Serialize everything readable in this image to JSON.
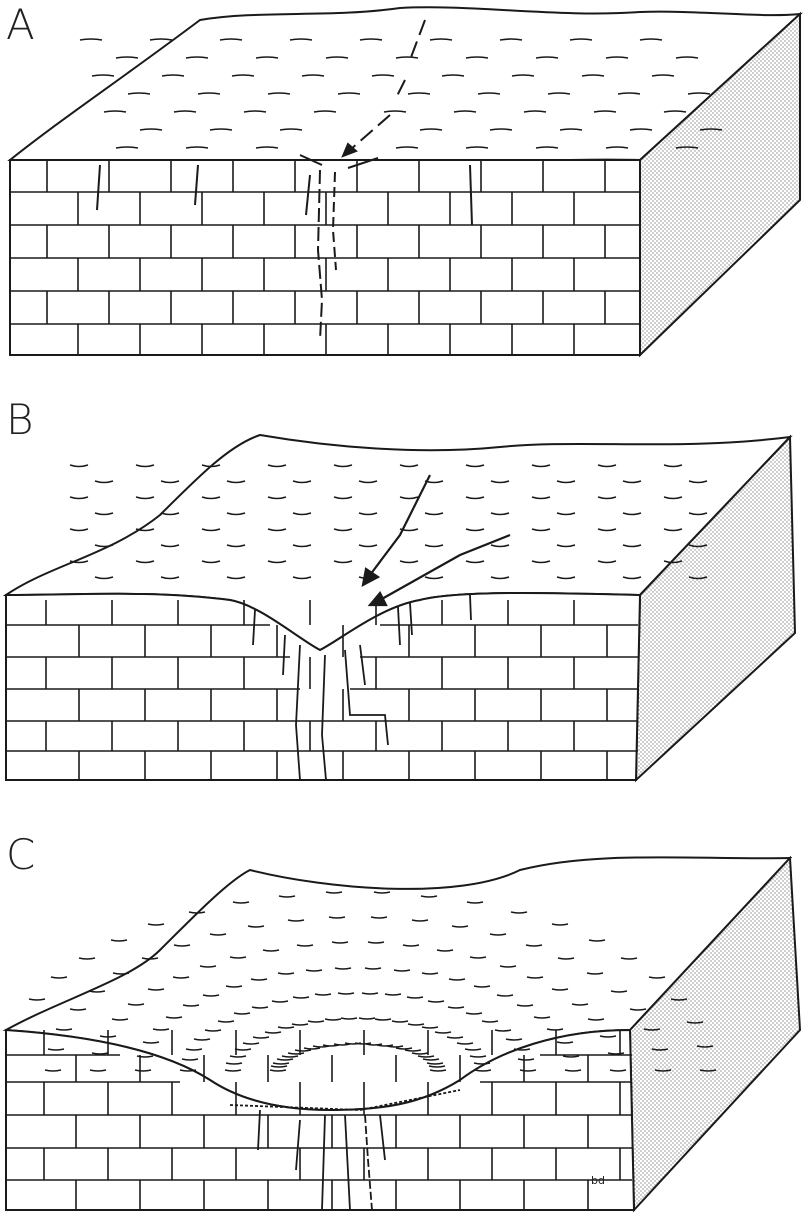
{
  "figure": {
    "panels": [
      {
        "label": "A"
      },
      {
        "label": "B"
      },
      {
        "label": "C"
      }
    ],
    "artist_initials": "bd"
  },
  "colors": {
    "ink": "#1a1a1a",
    "side_shading": "#d9d9d9",
    "background": "#ffffff"
  }
}
